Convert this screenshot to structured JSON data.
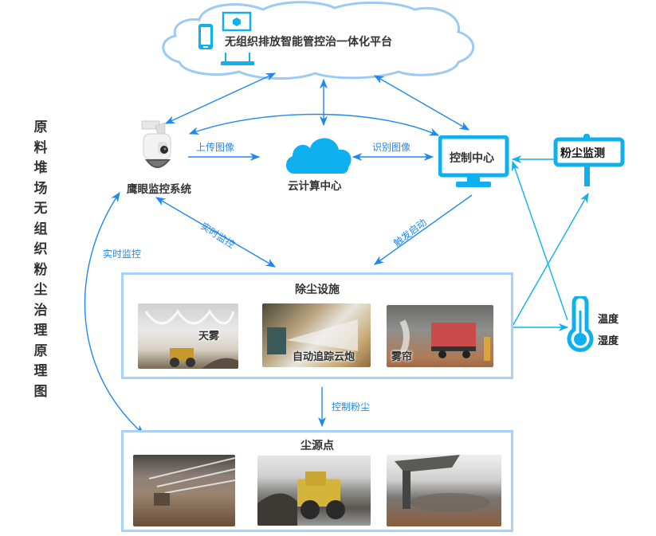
{
  "side_title": [
    "原",
    "料",
    "堆",
    "场",
    "无",
    "组",
    "织",
    "粉",
    "尘",
    "治",
    "理",
    "原",
    "理",
    "图"
  ],
  "platform": {
    "label": "无组织排放智能管控治一体化平台",
    "icons": [
      "phone-icon",
      "monitor-icon",
      "laptop-icon"
    ]
  },
  "nodes": {
    "camera": {
      "label": "鹰眼监控系统",
      "icon": "surveillance-camera-icon"
    },
    "cloud": {
      "label": "云计算中心",
      "icon": "cloud-icon"
    },
    "control": {
      "label": "控制中心",
      "icon": "monitor-icon"
    },
    "dust_monitor": {
      "label": "粉尘监测",
      "icon": "signboard-icon"
    },
    "thermo": {
      "labels": [
        "温度",
        "湿度"
      ],
      "icon": "thermometer-icon"
    }
  },
  "edge_labels": {
    "upload": "上传图像",
    "recognize": "识别图像",
    "realtime1": "实时监控",
    "realtime2": "实时监控",
    "trigger": "触发启动",
    "control_dust": "控制粉尘"
  },
  "dust_facilities": {
    "title": "除尘设施",
    "items": [
      {
        "label": "天雾",
        "image": "mist-spray-loader-photo"
      },
      {
        "label": "自动追踪云炮",
        "image": "fog-cannon-photo"
      },
      {
        "label": "雾帘",
        "image": "mist-curtain-truck-photo"
      }
    ]
  },
  "dust_sources": {
    "title": "尘源点",
    "items": [
      {
        "image": "dusty-warehouse-photo"
      },
      {
        "image": "wheel-loader-photo"
      },
      {
        "image": "stacker-dust-photo"
      }
    ]
  },
  "colors": {
    "arrow": "#1e88f0",
    "icon": "#0fb0ef",
    "panel_border": "#a9d1fb",
    "cloud_outline": "#9ccaf5"
  }
}
